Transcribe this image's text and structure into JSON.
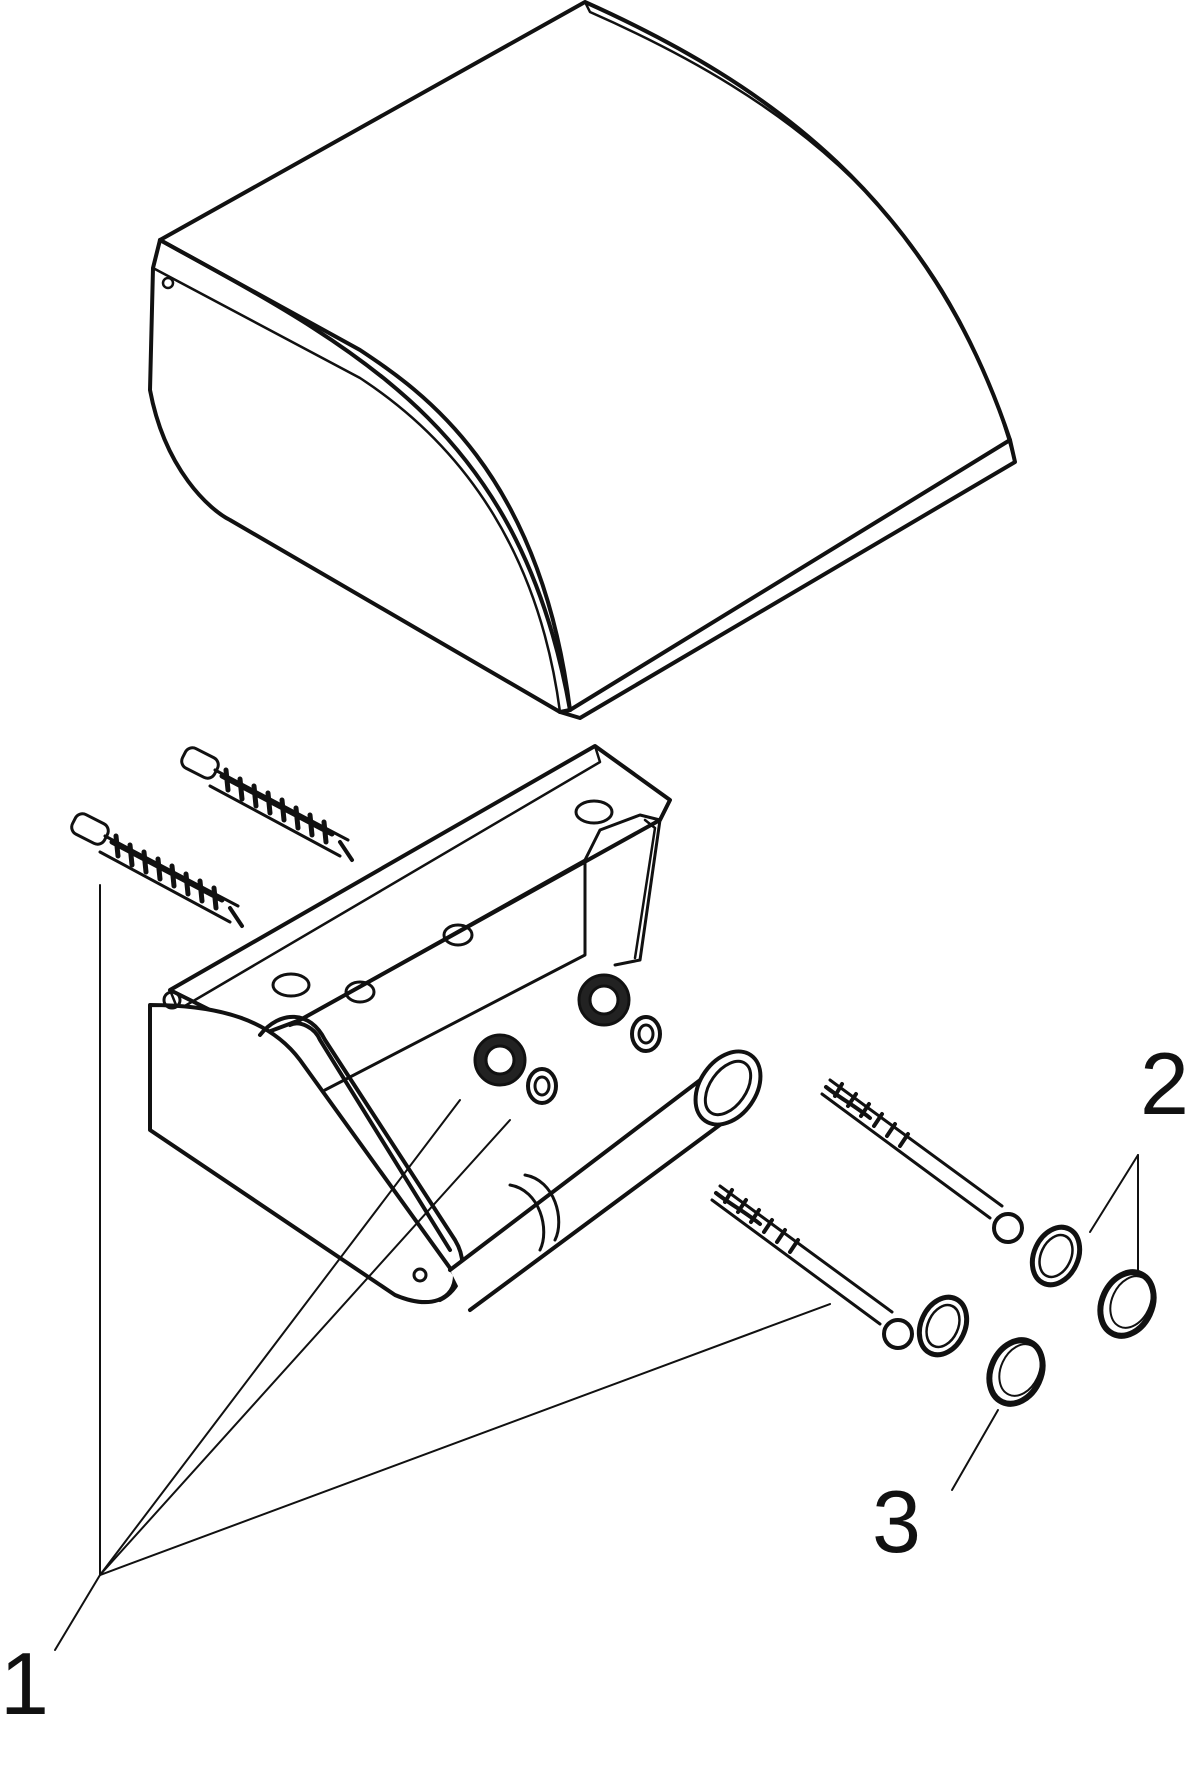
{
  "diagram": {
    "callouts": [
      {
        "label": "1"
      },
      {
        "label": "2"
      },
      {
        "label": "3"
      }
    ],
    "colors": {
      "stroke": "#111111",
      "background": "#ffffff"
    }
  }
}
